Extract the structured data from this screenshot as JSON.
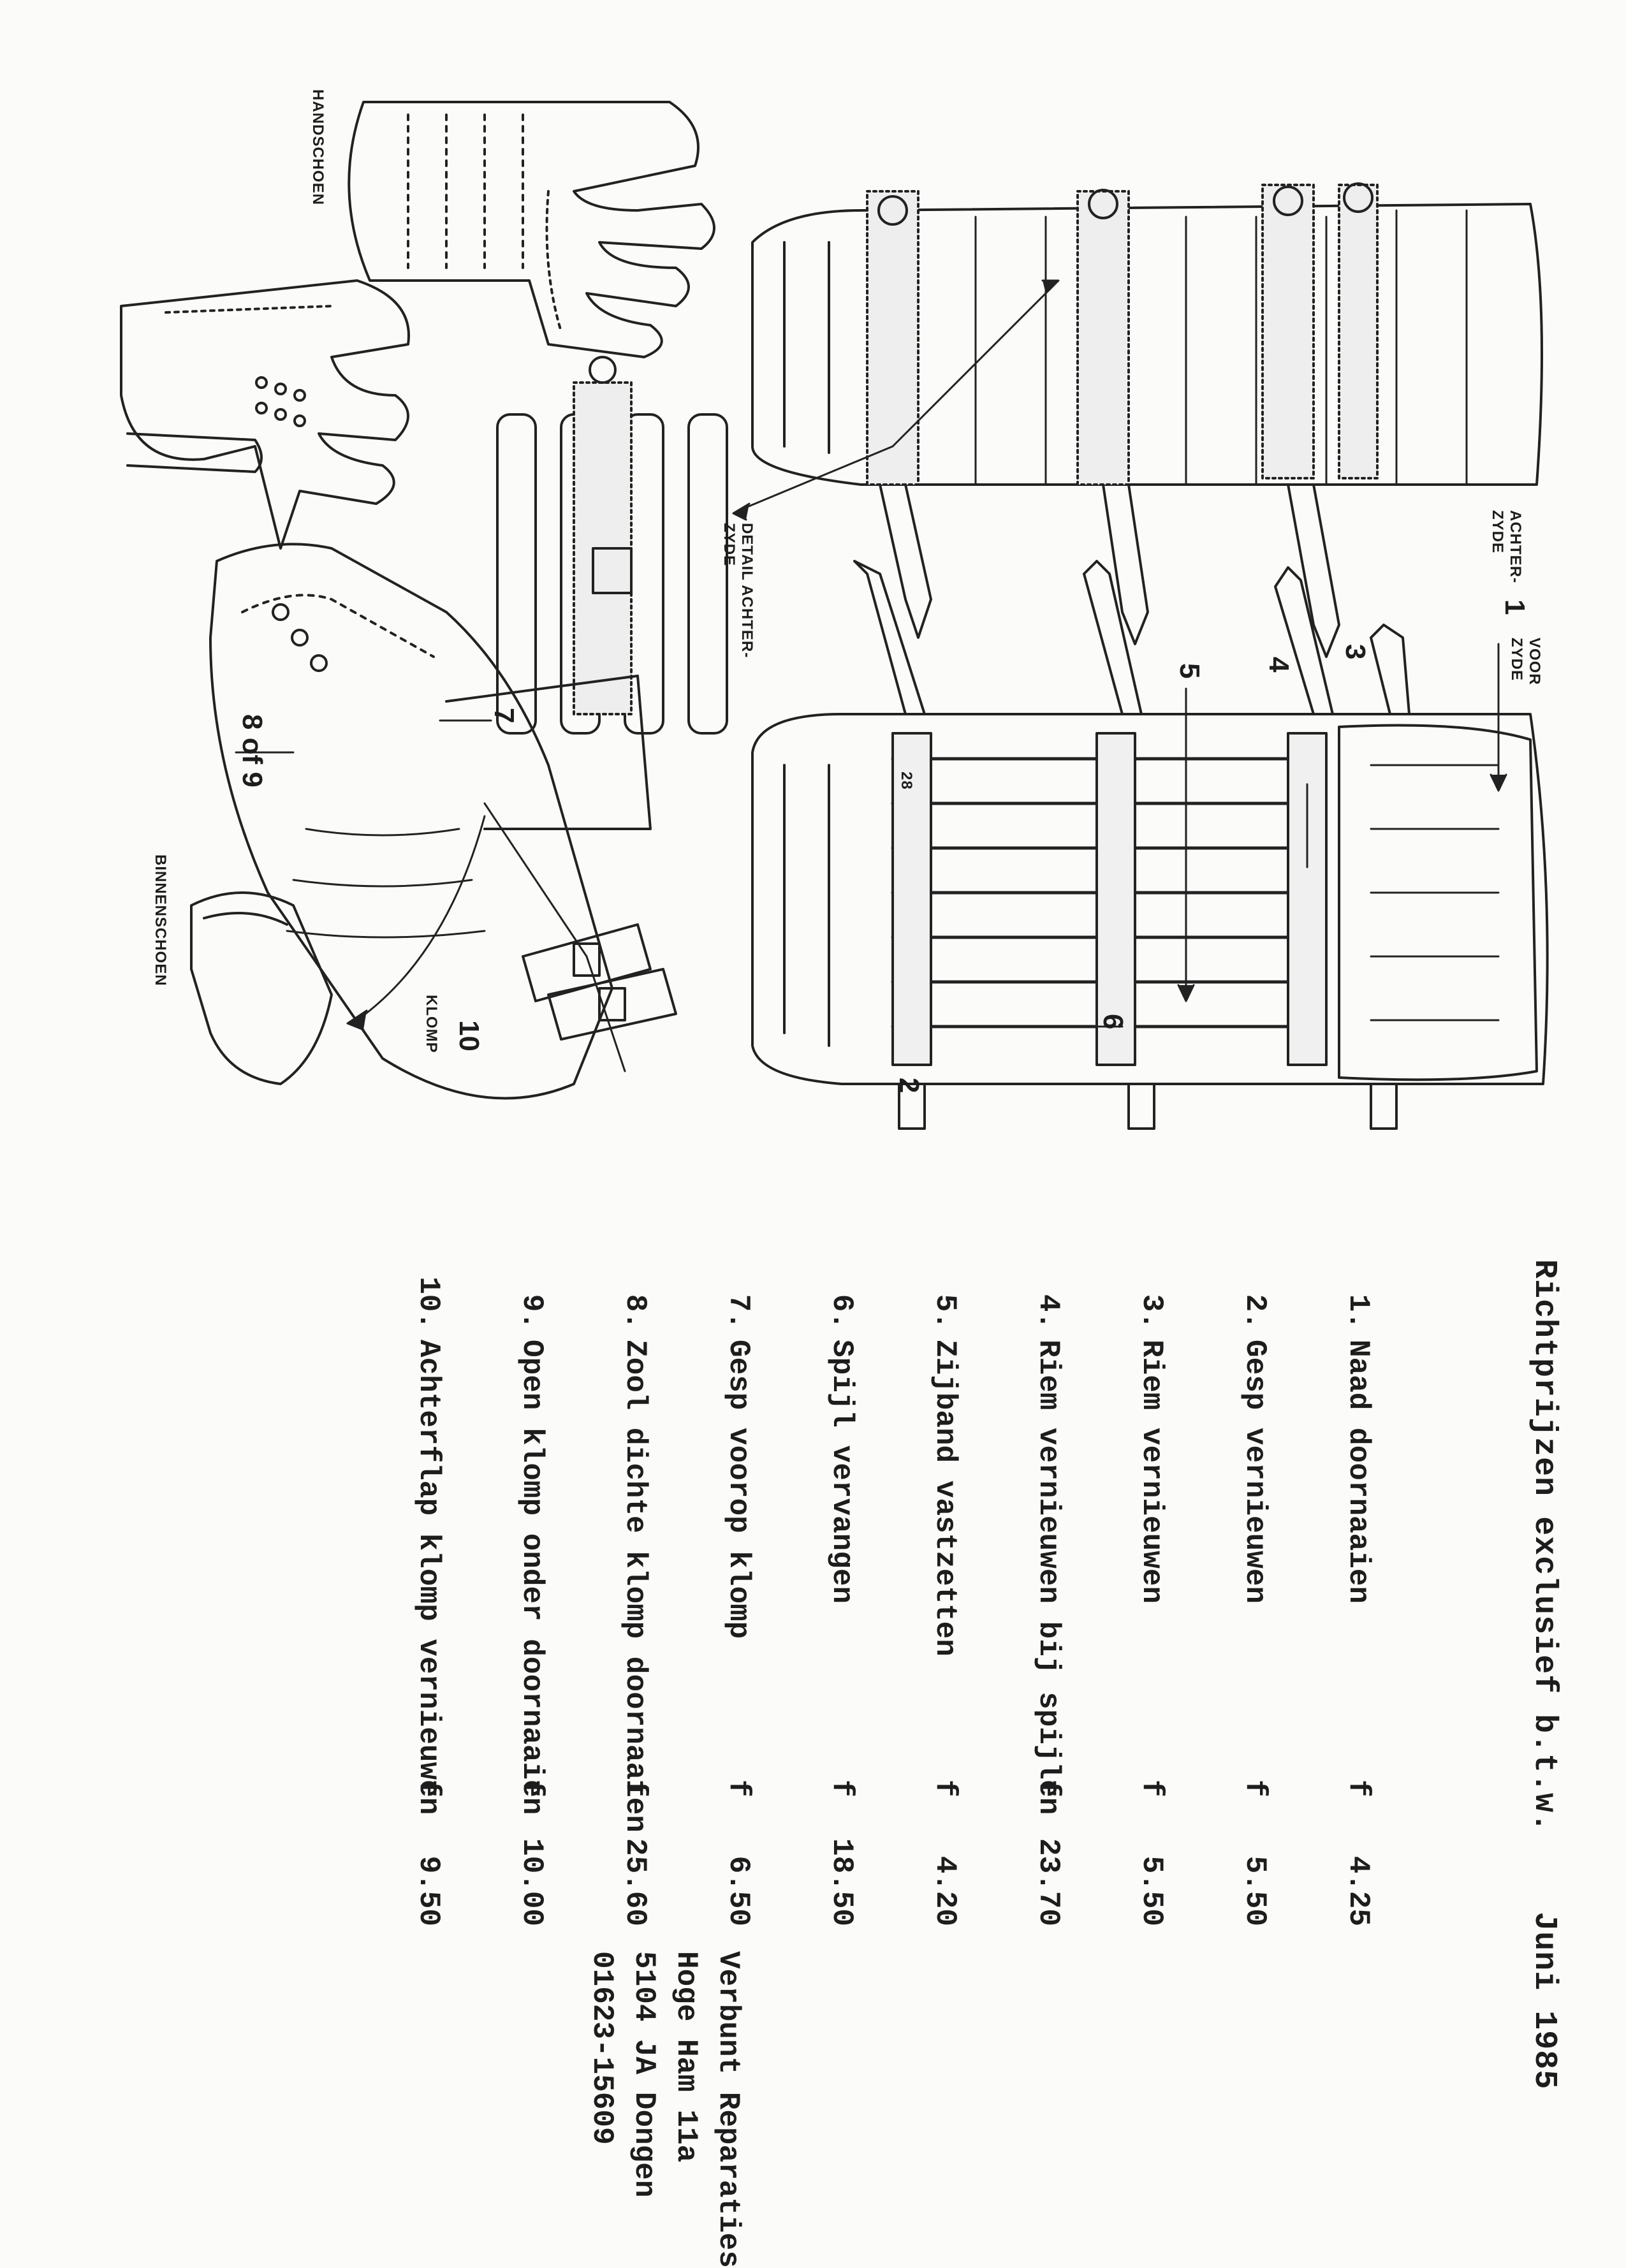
{
  "heading": {
    "title": "Richtprijzen exclusief b.t.w.",
    "date": "Juni 1985"
  },
  "price_list": [
    {
      "num": "1.",
      "desc": "Naad doornaaien",
      "currency": "f",
      "price": "4.25"
    },
    {
      "num": "2.",
      "desc": "Gesp vernieuwen",
      "currency": "f",
      "price": "5.50"
    },
    {
      "num": "3.",
      "desc": "Riem vernieuwen",
      "currency": "f",
      "price": "5.50"
    },
    {
      "num": "4.",
      "desc": "Riem vernieuwen bij spijlen",
      "currency": "f",
      "price": "23.70"
    },
    {
      "num": "5.",
      "desc": "Zijband vastzetten",
      "currency": "f",
      "price": "4.20"
    },
    {
      "num": "6.",
      "desc": "Spijl vervangen",
      "currency": "f",
      "price": "18.50"
    },
    {
      "num": "7.",
      "desc": "Gesp voorop klomp",
      "currency": "f",
      "price": "6.50"
    },
    {
      "num": "8.",
      "desc": "Zool dichte klomp doornaaien",
      "currency": "f",
      "price": "25.60"
    },
    {
      "num": "9.",
      "desc": "Open klomp onder doornaaien",
      "currency": "f",
      "price": "10.00"
    },
    {
      "num": "10.",
      "desc": "Achterflap klomp vernieuwen",
      "currency": "f",
      "price": "9.50"
    }
  ],
  "address": {
    "line1": "Verbunt Reparaties",
    "line2": "Hoge Ham 11a",
    "line3": "5104 JA Dongen",
    "line4": "01623-15609"
  },
  "drawing_labels": {
    "handschoen": "HANDSCHOEN",
    "achterzijde": "ACHTER-\nZYDE",
    "voorzijde": "VOOR\nZYDE",
    "detail": "DETAIL ACHTER-\nZYDE",
    "binnenschoen": "BINNENSCHOEN",
    "klomp": "KLOMP",
    "n1": "1",
    "n2": "2",
    "n3": "3",
    "n4": "4",
    "n5": "5",
    "n6": "6",
    "n7": "7",
    "n8or9": "8 of 9",
    "n10": "10",
    "n28": "28"
  }
}
